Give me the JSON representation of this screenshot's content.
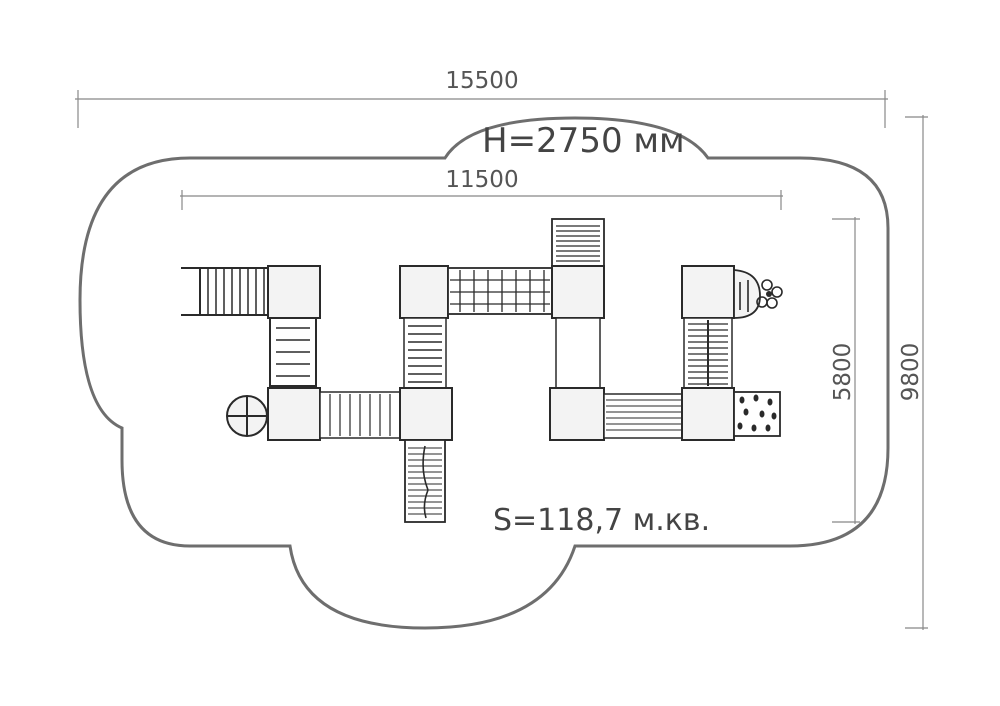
{
  "dimensions": {
    "overall_width": "15500",
    "inner_width": "11500",
    "overall_height": "9800",
    "inner_height": "5800"
  },
  "labels": {
    "height": "H=2750 мм",
    "area": "S=118,7 м.кв."
  },
  "colors": {
    "line": "#2a2a2a",
    "zone": "#6e6e6e",
    "dimension": "#888888",
    "fill": "#f3f3f3"
  }
}
